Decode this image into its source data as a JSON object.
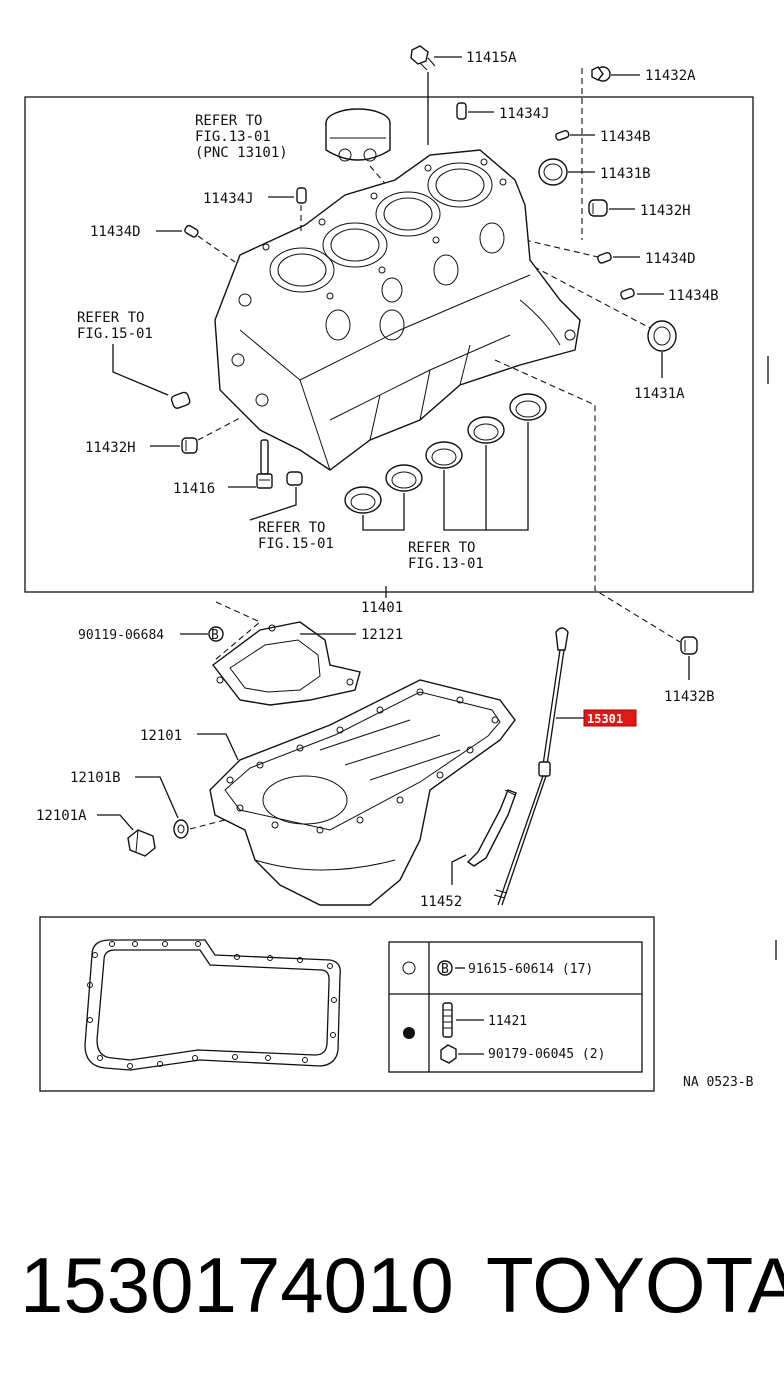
{
  "labels": {
    "l11415A": "11415A",
    "l11432A": "11432A",
    "l11434J_top": "11434J",
    "l11434B_top": "11434B",
    "l11431B": "11431B",
    "l11432H_right": "11432H",
    "l11434D_right": "11434D",
    "l11434B_right": "11434B",
    "l11431A": "11431A",
    "l11434J_left": "11434J",
    "l11434D_left": "11434D",
    "l11432H_left": "11432H",
    "l11416": "11416",
    "l11401": "11401",
    "l11432B": "11432B",
    "l90119": "90119-06684",
    "l12121": "12121",
    "l12101": "12101",
    "l12101B": "12101B",
    "l12101A": "12101A",
    "l11452": "11452",
    "l15301": "15301",
    "refer_piston_1": "REFER TO",
    "refer_piston_2": "FIG.13-01",
    "refer_piston_3": "(PNC 13101)",
    "refer_left_1": "REFER TO",
    "refer_left_2": "FIG.15-01",
    "refer_bottom_left_1": "REFER TO",
    "refer_bottom_left_2": "FIG.15-01",
    "refer_bearings_1": "REFER TO",
    "refer_bearings_2": "FIG.13-01",
    "legend_a": "91615-60614 (17)",
    "legend_b": "11421",
    "legend_c": "90179-06045 (2)",
    "legend_letter": "B",
    "diagram_code": "NA 0523-B"
  },
  "footer": {
    "part_number": "1530174010",
    "brand": "TOYOTA"
  },
  "colors": {
    "highlight": "#e01818",
    "ink": "#111111",
    "background": "#ffffff"
  }
}
